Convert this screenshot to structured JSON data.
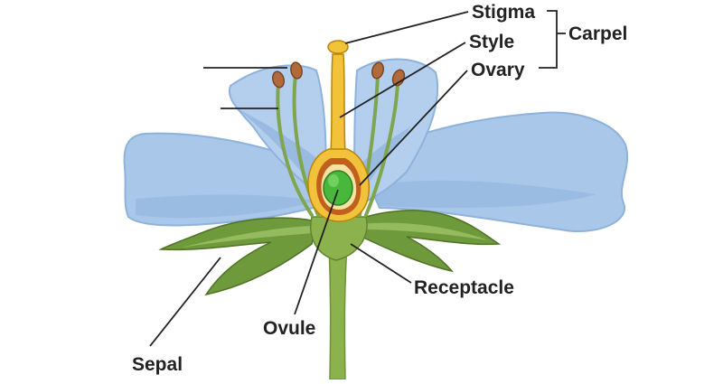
{
  "labels": {
    "stigma": "Stigma",
    "style": "Style",
    "ovary": "Ovary",
    "carpel": "Carpel",
    "receptacle": "Receptacle",
    "ovule": "Ovule",
    "sepal": "Sepal"
  },
  "colors": {
    "petal": "#a9c7e8",
    "petal_shadow": "#7ea6d3",
    "petal_edge": "#8fb2dc",
    "sepal": "#6f9a3c",
    "sepal_light": "#9dc466",
    "stem": "#8cb24e",
    "style": "#f2c23a",
    "style_dark": "#b8860b",
    "ovary_wall": "#c0601e",
    "ovule": "#47b83a",
    "filament": "#7fa54e",
    "anther": "#b06a3c",
    "leader": "#222222"
  }
}
